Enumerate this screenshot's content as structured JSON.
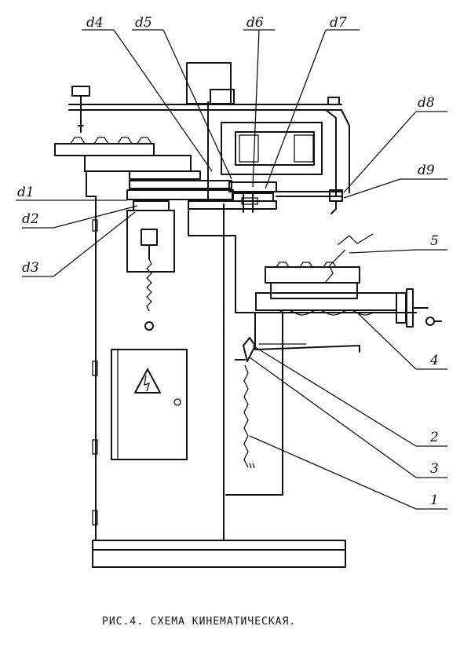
{
  "labels": {
    "d1": "d1",
    "d2": "d2",
    "d3": "d3",
    "d4": "d4",
    "d5": "d5",
    "d6": "d6",
    "d7": "d7",
    "d8": "d8",
    "d9": "d9",
    "n1": "1",
    "n2": "2",
    "n3": "3",
    "n4": "4",
    "n5": "5"
  },
  "caption": "РИС.4. СХЕМА КИНЕМАТИЧЕСКАЯ."
}
